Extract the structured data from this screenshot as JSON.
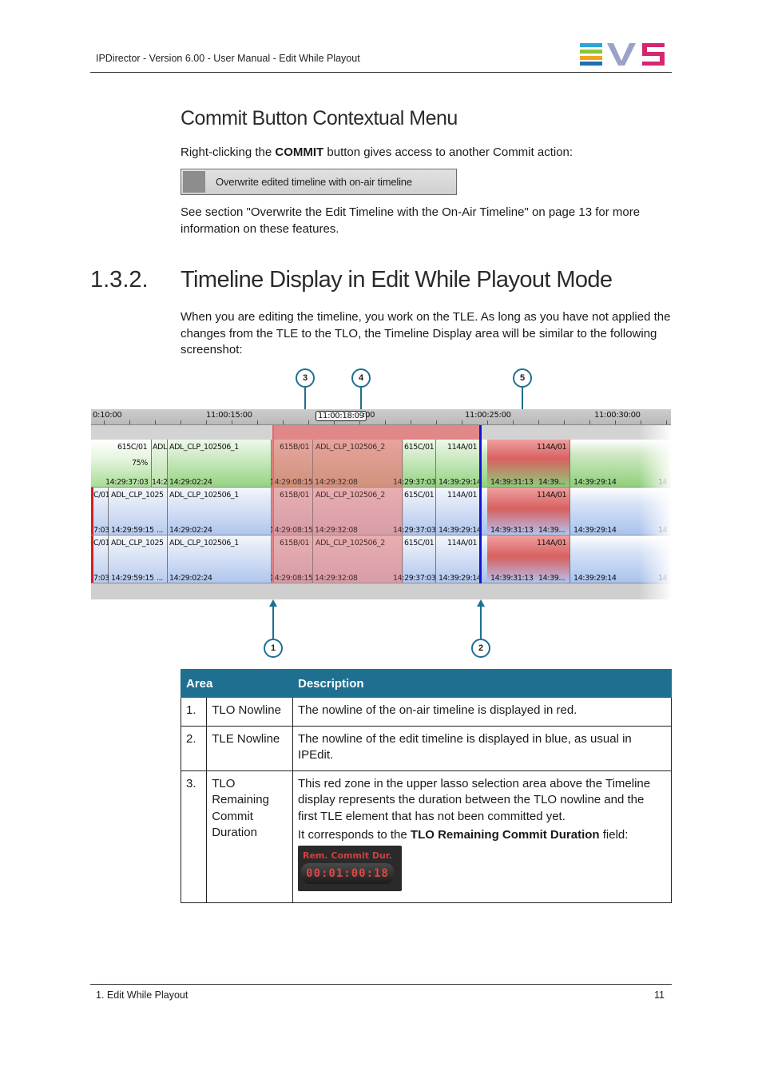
{
  "header": {
    "title": "IPDirector - Version 6.00 - User Manual - Edit While Playout",
    "logo_text": "EVS"
  },
  "section1": {
    "heading": "Commit Button Contextual Menu",
    "intro_pre": "Right-clicking the ",
    "intro_bold": "COMMIT",
    "intro_post": " button gives access to another Commit action:",
    "menu_item": "Overwrite edited timeline with on-air timeline",
    "note": "See section \"Overwrite the Edit Timeline with the On-Air Timeline\" on page 13 for more information on these features."
  },
  "section2": {
    "number": "1.3.2.",
    "heading": "Timeline Display in Edit While Playout Mode",
    "intro": "When you are editing the timeline, you work on the TLE. As long as you have not applied the changes from the TLE to the TLO, the Timeline Display area will be similar to the following screenshot:"
  },
  "timeline": {
    "ruler": [
      "0:10:00",
      "11:00:15:00",
      "11:00:18:09",
      ":00",
      "11:00:25:00",
      "11:00:30:00"
    ],
    "track1": {
      "clips": [
        "615C/01",
        "ADL",
        "ADL_CLP_102506_1",
        "615B/01",
        "ADL_CLP_102506_2",
        "615C/01",
        "114A/01",
        "114A/01"
      ],
      "percent": "75%",
      "times": [
        "14:29:37:03",
        "14:2",
        "14:29:02:24",
        "14:29:08:15",
        "14:29:32:08",
        "14:29:37:03",
        "14:39:29:14",
        "14:39:31:13",
        "14:39...",
        "14:39:29:14",
        "14"
      ]
    },
    "track2": {
      "clips": [
        "C/01",
        "ADL_CLP_1025",
        "ADL_CLP_102506_1",
        "615B/01",
        "ADL_CLP_102506_2",
        "615C/01",
        "114A/01",
        "114A/01"
      ],
      "times": [
        "7:03",
        "14:29:59:15",
        "...",
        "14:29:02:24",
        "14:29:08:15",
        "14:29:32:08",
        "14:29:37:03",
        "14:39:29:14",
        "14:39:31:13",
        "14:39...",
        "14:39:29:14",
        "14"
      ]
    },
    "track3": {
      "clips": [
        "C/01",
        "ADL_CLP_1025",
        "ADL_CLP_102506_1",
        "615B/01",
        "ADL_CLP_102506_2",
        "615C/01",
        "114A/01",
        "114A/01"
      ],
      "times": [
        "7:03",
        "14:29:59:15",
        "...",
        "14:29:02:24",
        "14:29:08:15",
        "14:29:32:08",
        "14:29:37:03",
        "14:39:29:14",
        "14:39:31:13",
        "14:39...",
        "14:39:29:14",
        "14"
      ]
    },
    "callouts": [
      "1",
      "2",
      "3",
      "4",
      "5"
    ],
    "colors": {
      "tlo_nowline": "#e06060",
      "tle_nowline": "#1010d0",
      "accent": "#1f6f91"
    }
  },
  "table": {
    "headers": [
      "Area",
      "Description"
    ],
    "rows": [
      {
        "num": "1.",
        "area": "TLO Nowline",
        "desc": "The nowline of the on-air timeline is displayed in red."
      },
      {
        "num": "2.",
        "area": "TLE Nowline",
        "desc": "The nowline of the edit timeline is displayed in blue, as usual in IPEdit."
      },
      {
        "num": "3.",
        "area": "TLO Remaining Commit Duration",
        "desc": "This red zone in the upper lasso selection area above the Timeline display represents the duration between the TLO nowline and the first TLE element that has not been committed yet.",
        "desc2_pre": "It corresponds to the ",
        "desc2_bold": "TLO Remaining Commit Duration",
        "desc2_post": " field:",
        "field_title": "Rem. Commit Dur.",
        "field_value": "00:01:00:18"
      }
    ]
  },
  "footer": {
    "left": "1. Edit While Playout",
    "page": "11"
  }
}
